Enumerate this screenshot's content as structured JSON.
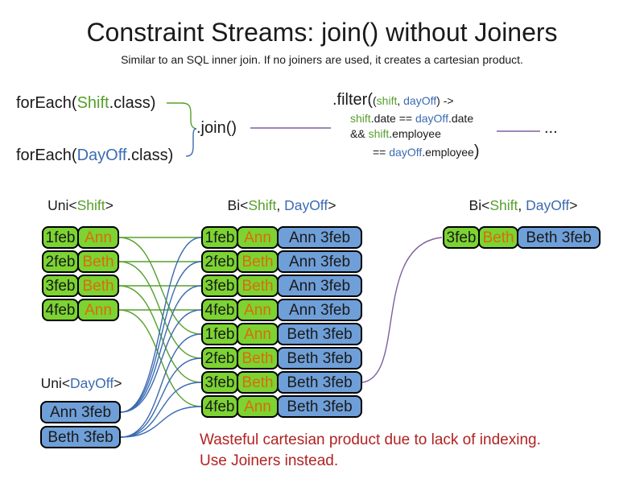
{
  "title": "Constraint Streams: join() without Joiners",
  "subtitle": "Similar to an SQL inner join. If no joiners are used, it creates a cartesian product.",
  "colors": {
    "green": "#56a02b",
    "blue": "#3b6bb2",
    "orange": "#dd6b0b",
    "red": "#b22222",
    "purple": "#7e5fa0",
    "green_box": "#7cd332",
    "blue_box": "#6f9fd8"
  },
  "code": {
    "foreach_shift": [
      [
        "forEach(",
        "k"
      ],
      [
        "Shift",
        "g"
      ],
      [
        ".class)",
        "k"
      ]
    ],
    "foreach_dayoff": [
      [
        "forEach(",
        "k"
      ],
      [
        "DayOff",
        "b"
      ],
      [
        ".class)",
        "k"
      ]
    ],
    "join_label": ".join()",
    "filter_open": ".filter(",
    "filter_args": [
      [
        "(",
        "k"
      ],
      [
        "shift",
        "g"
      ],
      [
        ", ",
        "k"
      ],
      [
        "dayOff",
        "b"
      ],
      [
        ") ->",
        "k"
      ]
    ],
    "filter_cond1": [
      [
        "shift",
        "g"
      ],
      [
        ".date ",
        "k"
      ],
      [
        "== ",
        "k"
      ],
      [
        "dayOff",
        "b"
      ],
      [
        ".date",
        "k"
      ]
    ],
    "filter_cond2": [
      [
        "&& ",
        "k"
      ],
      [
        "shift",
        "g"
      ],
      [
        ".employee",
        "k"
      ]
    ],
    "filter_cond3": [
      [
        "== ",
        "k"
      ],
      [
        "dayOff",
        "b"
      ],
      [
        ".employee",
        "k"
      ]
    ],
    "filter_close": ")",
    "ellipsis": "..."
  },
  "headers": {
    "uni_shift": [
      [
        "Uni<",
        "k"
      ],
      [
        "Shift",
        "g"
      ],
      [
        ">",
        "k"
      ]
    ],
    "bi_product": [
      [
        "Bi<",
        "k"
      ],
      [
        "Shift",
        "g"
      ],
      [
        ", ",
        "k"
      ],
      [
        "DayOff",
        "b"
      ],
      [
        ">",
        "k"
      ]
    ],
    "bi_result": [
      [
        "Bi<",
        "k"
      ],
      [
        "Shift",
        "g"
      ],
      [
        ", ",
        "k"
      ],
      [
        "DayOff",
        "b"
      ],
      [
        ">",
        "k"
      ]
    ],
    "uni_dayoff": [
      [
        "Uni<",
        "k"
      ],
      [
        "DayOff",
        "b"
      ],
      [
        ">",
        "k"
      ]
    ]
  },
  "tables": {
    "shift": {
      "rows": [
        [
          "1feb",
          "Ann"
        ],
        [
          "2feb",
          "Beth"
        ],
        [
          "3feb",
          "Beth"
        ],
        [
          "4feb",
          "Ann"
        ]
      ]
    },
    "dayoff": {
      "rows": [
        "Ann 3feb",
        "Beth 3feb"
      ]
    },
    "product": {
      "rows": [
        [
          "1feb",
          "Ann",
          "Ann 3feb"
        ],
        [
          "2feb",
          "Beth",
          "Ann 3feb"
        ],
        [
          "3feb",
          "Beth",
          "Ann 3feb"
        ],
        [
          "4feb",
          "Ann",
          "Ann 3feb"
        ],
        [
          "1feb",
          "Ann",
          "Beth 3feb"
        ],
        [
          "2feb",
          "Beth",
          "Beth 3feb"
        ],
        [
          "3feb",
          "Beth",
          "Beth 3feb"
        ],
        [
          "4feb",
          "Ann",
          "Beth 3feb"
        ]
      ]
    },
    "result": {
      "rows": [
        [
          "3feb",
          "Beth",
          "Beth 3feb"
        ]
      ]
    }
  },
  "connections": {
    "shift_to_product": [
      [
        0,
        0
      ],
      [
        0,
        4
      ],
      [
        1,
        1
      ],
      [
        1,
        5
      ],
      [
        2,
        2
      ],
      [
        2,
        6
      ],
      [
        3,
        3
      ],
      [
        3,
        7
      ]
    ],
    "dayoff_to_product": [
      [
        0,
        0
      ],
      [
        0,
        1
      ],
      [
        0,
        2
      ],
      [
        0,
        3
      ],
      [
        1,
        4
      ],
      [
        1,
        5
      ],
      [
        1,
        6
      ],
      [
        1,
        7
      ]
    ],
    "product_to_result": [
      [
        6,
        0
      ]
    ]
  },
  "note": {
    "line1": "Wasteful cartesian product due to lack of indexing.",
    "line2": "Use Joiners instead."
  }
}
